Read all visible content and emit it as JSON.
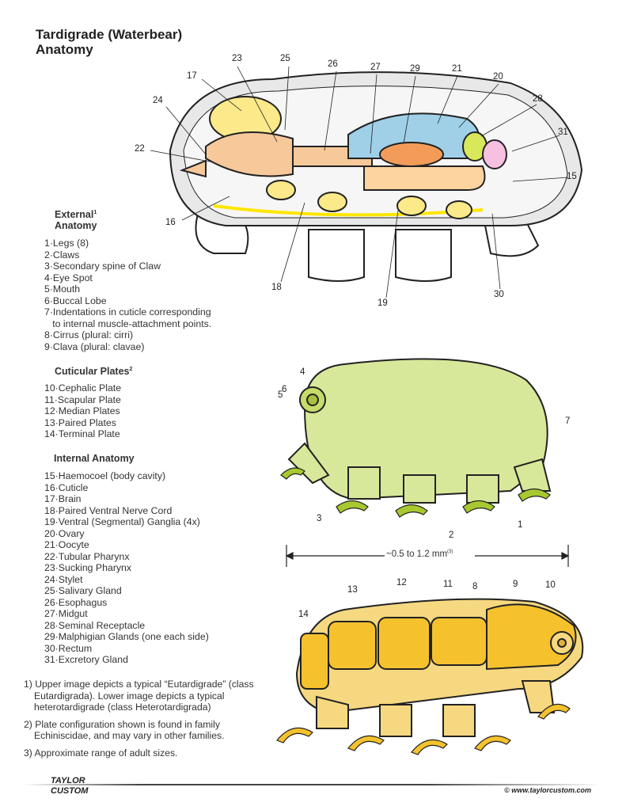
{
  "title": [
    "Tardigrade (Waterbear)",
    "Anatomy"
  ],
  "sections": {
    "external": {
      "line1": "External",
      "line2": "Anatomy",
      "sup": "1"
    },
    "cuticular": {
      "label": "Cuticular Plates",
      "sup": "2"
    },
    "internal": {
      "label": "Internal Anatomy"
    }
  },
  "external_items": [
    "1·Legs (8)",
    "2·Claws",
    "3·Secondary spine of Claw",
    "4·Eye Spot",
    "5·Mouth",
    "6·Buccal Lobe",
    "7·Indentations in cuticle corresponding",
    "   to internal muscle-attachment points.",
    "8·Cirrus (plural: cirri)",
    "9·Clava (plural: clavae)"
  ],
  "cuticular_items": [
    "10·Cephalic Plate",
    "11·Scapular Plate",
    "12·Median Plates",
    "13·Paired Plates",
    "14·Terminal Plate"
  ],
  "internal_items": [
    "15·Haemocoel (body cavity)",
    "16·Cuticle",
    "17·Brain",
    "18·Paired Ventral Nerve Cord",
    "19·Ventral (Segmental) Ganglia (4x)",
    "20·Ovary",
    "21·Oocyte",
    "22·Tubular Pharynx",
    "23·Sucking Pharynx",
    "24·Stylet",
    "25·Salivary Gland",
    "26·Esophagus",
    "27·Midgut",
    "28·Seminal Receptacle",
    "29·Malphigian Glands (one each side)",
    "30·Rectum",
    "31·Excretory Gland"
  ],
  "notes": [
    "1) Upper image depicts a typical “Eutardigrade” (class Eutardigrada). Lower image depicts a typical heterotardigrade (class Heterotardigrada)",
    "2) Plate configuration shown is found in family Echiniscidae, and may vary in other families.",
    "3) Approximate range of adult sizes."
  ],
  "callouts": {
    "upper": [
      "23",
      "25",
      "26",
      "27",
      "29",
      "21",
      "20",
      "28",
      "31",
      "15",
      "17",
      "24",
      "22",
      "16",
      "18",
      "19",
      "30"
    ],
    "middle": [
      "4",
      "6",
      "5",
      "7",
      "3",
      "2",
      "1"
    ],
    "lower": [
      "12",
      "11",
      "8",
      "9",
      "10",
      "13",
      "14"
    ]
  },
  "scale": {
    "text": "~0.5 to 1.2 mm",
    "sup": "(3)"
  },
  "footer": {
    "logo_line1": "TAYLOR",
    "logo_line2": "CUSTOM",
    "copyright": "© www.taylorcustom.com"
  },
  "colors": {
    "upper_body": "#e8e8e8",
    "green_body": "#d8e89a",
    "yellow_body": "#f6d880",
    "plates": "#f5c22e",
    "nerve": "#ffe600"
  }
}
